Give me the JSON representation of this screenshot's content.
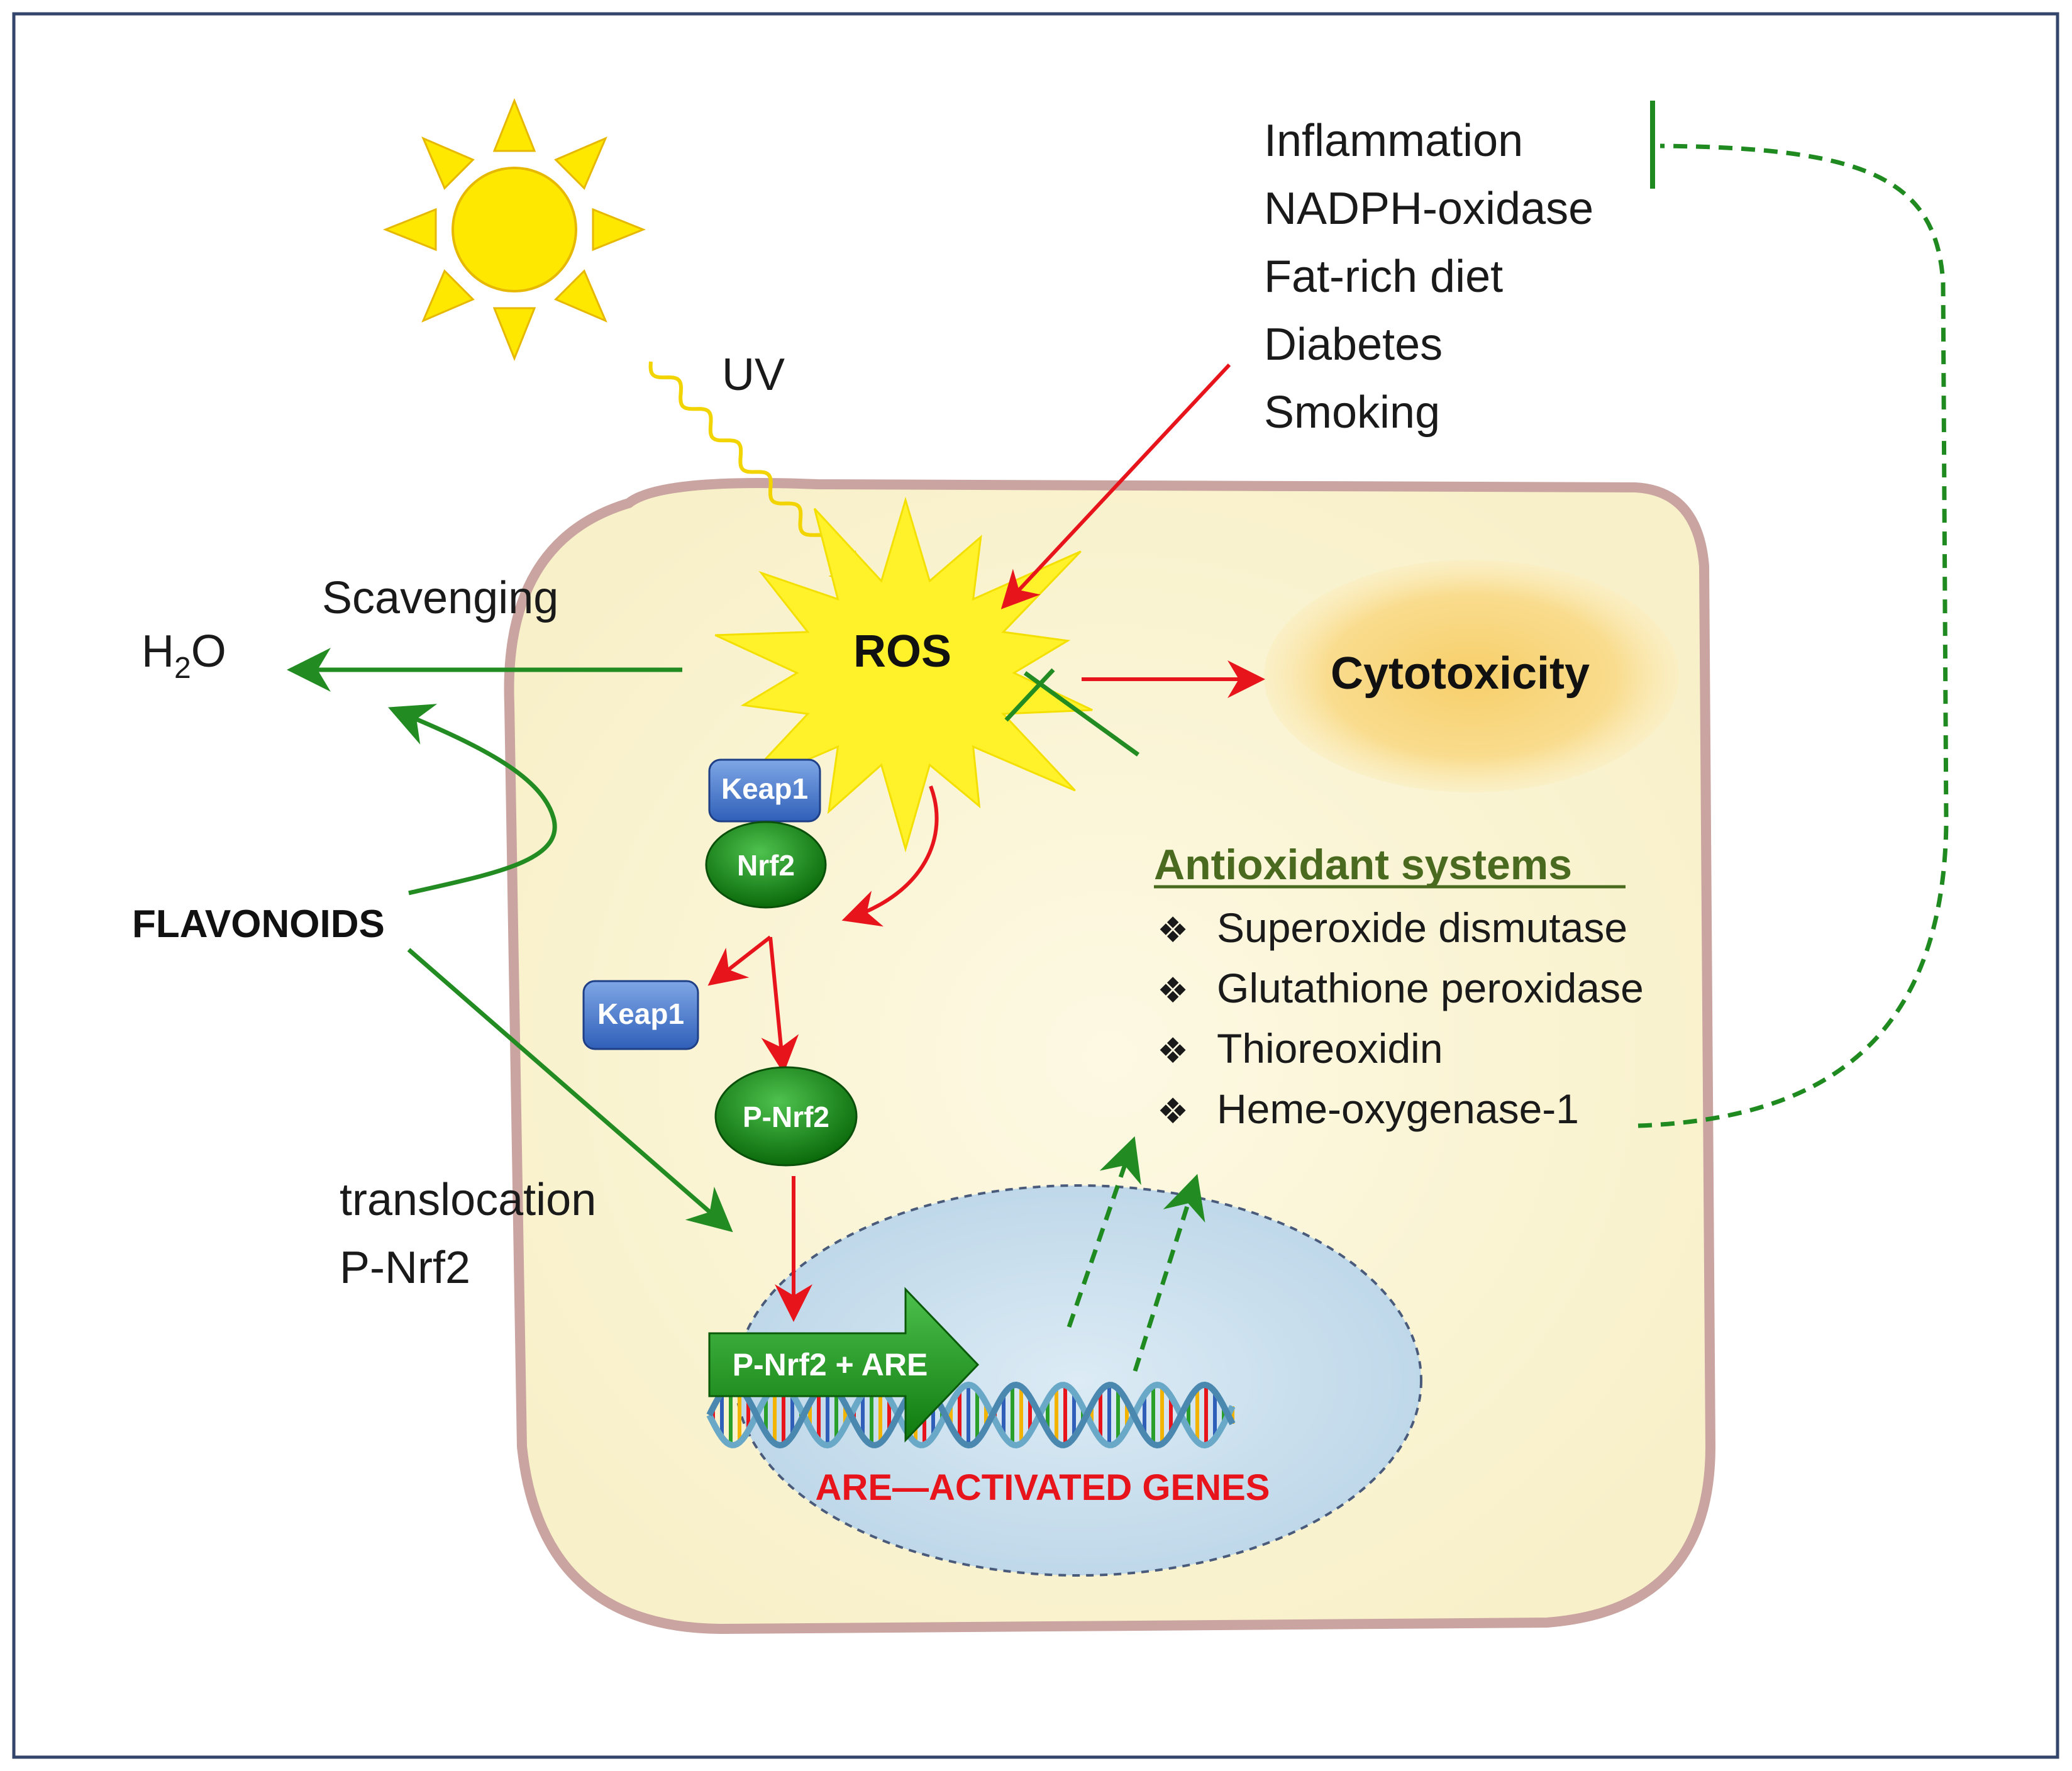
{
  "labels": {
    "uv": "UV",
    "scavenging": "Scavenging",
    "water_h": "H",
    "water_sub": "2",
    "water_o": "O",
    "ros": "ROS",
    "cytotoxicity": "Cytotoxicity",
    "flavonoids": "FLAVONOIDS",
    "translocation_line1": "translocation",
    "translocation_line2": "P-Nrf2",
    "are_genes": "ARE—ACTIVATED GENES"
  },
  "triggers": [
    "Inflammation",
    "NADPH-oxidase",
    "Fat-rich diet",
    "Diabetes",
    "Smoking"
  ],
  "antioxidant": {
    "title": "Antioxidant systems",
    "bullet": "❖",
    "items": [
      "Superoxide dismutase",
      "Glutathione peroxidase",
      "Thioreoxidin",
      "Heme-oxygenase-1"
    ]
  },
  "proteins": {
    "keap1_bound": "Keap1",
    "nrf2_bound": "Nrf2",
    "keap1_free": "Keap1",
    "p_nrf2": "P-Nrf2",
    "complex_arrow": "P-Nrf2 + ARE"
  },
  "colors": {
    "activation_red": "#e8141c",
    "protective_green": "#228b22",
    "dashed_green": "#1f8a1f",
    "cell_fill": "#fbf6d8",
    "cell_border": "#c9a4a0",
    "sun_yellow": "#ffe800",
    "ros_yellow": "#fff22a",
    "nucleus_fill": "#cfe2ef",
    "are_text_red": "#e8141c",
    "antioxidant_title": "#4a6b1f"
  }
}
